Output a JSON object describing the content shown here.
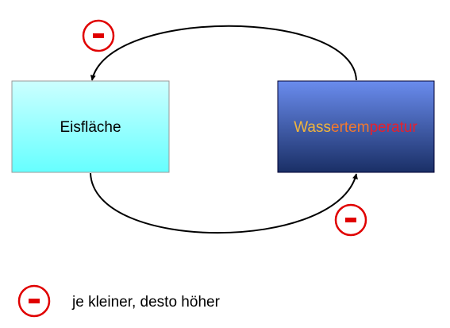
{
  "nodes": {
    "left": {
      "label": "Eisfläche",
      "fill": "#66ffff",
      "fill_light": "#ccffff",
      "border": "#999999",
      "text_color": "#000000"
    },
    "right": {
      "label_segments": [
        {
          "text": "Wass",
          "color": "#f0b43c"
        },
        {
          "text": "ertem",
          "color": "#f07830"
        },
        {
          "text": "peratur",
          "color": "#e8202c"
        }
      ],
      "fill_top": "#6a8cee",
      "fill_bottom": "#1a2f66",
      "border": "#000033"
    }
  },
  "edges": [
    {
      "from": "right",
      "to": "left",
      "path": "top-arc",
      "polarity": "−"
    },
    {
      "from": "left",
      "to": "right",
      "path": "bottom-arc",
      "polarity": "−"
    }
  ],
  "legend": {
    "symbol": "−",
    "text": "je kleiner, desto höher"
  },
  "colors": {
    "polarity_ring": "#e00000",
    "arrow": "#000000"
  }
}
